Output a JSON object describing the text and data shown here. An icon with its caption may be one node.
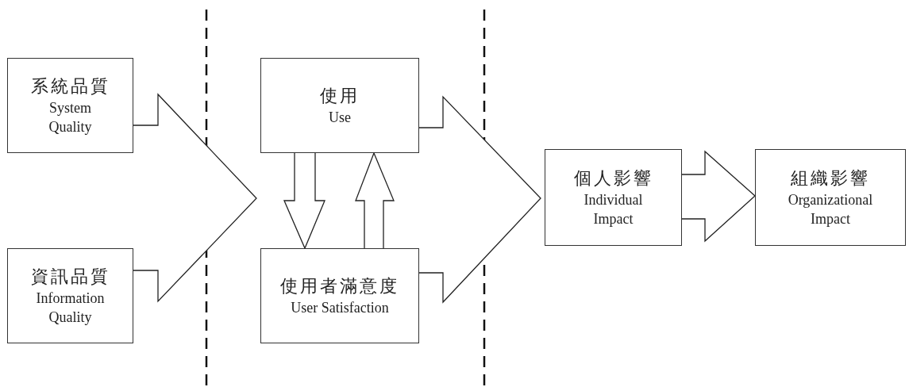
{
  "diagram": {
    "nodes": [
      {
        "text": [
          "系統品質",
          "System Quality"
        ]
      },
      {
        "text": [
          "資訊品質",
          "Information Quality"
        ]
      },
      {
        "text": [
          "使用",
          "Use"
        ]
      },
      {
        "text": [
          "使用者滿意度",
          "User Satisfaction"
        ]
      },
      {
        "text": [
          "個人影響",
          "Individual Impact"
        ]
      },
      {
        "text": [
          "組織影響",
          "Organizational Impact"
        ]
      }
    ],
    "edges": [
      {
        "from": 0,
        "to": null,
        "arrow": "to"
      },
      {
        "from": 1,
        "to": null,
        "arrow": "to"
      },
      {
        "from": 2,
        "to": 3,
        "arrow": "to"
      },
      {
        "from": 3,
        "to": 2,
        "arrow": "to"
      },
      {
        "from": 2,
        "to": 4,
        "arrow": "to"
      },
      {
        "from": 3,
        "to": 4,
        "arrow": "to"
      },
      {
        "from": 4,
        "to": 5,
        "arrow": "to"
      }
    ]
  }
}
